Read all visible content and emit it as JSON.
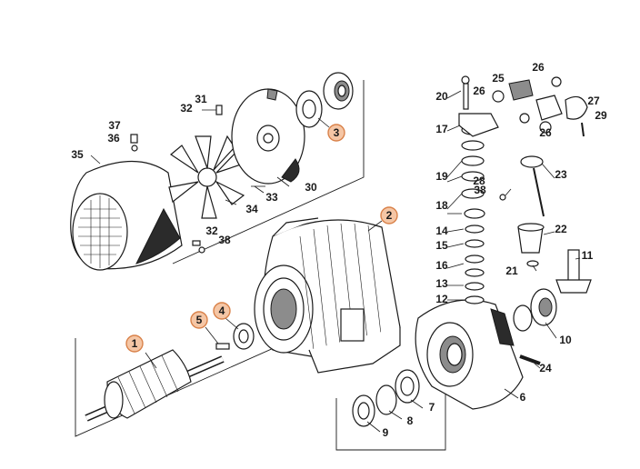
{
  "diagram": {
    "highlight_color": "#f5c6a5",
    "highlight_stroke": "#d9824a",
    "callouts": [
      {
        "id": "1",
        "highlighted": true
      },
      {
        "id": "2",
        "highlighted": true
      },
      {
        "id": "3",
        "highlighted": true
      },
      {
        "id": "4",
        "highlighted": true
      },
      {
        "id": "5",
        "highlighted": true
      },
      {
        "id": "6",
        "highlighted": false
      },
      {
        "id": "7",
        "highlighted": false
      },
      {
        "id": "8",
        "highlighted": false
      },
      {
        "id": "9",
        "highlighted": false
      },
      {
        "id": "10",
        "highlighted": false
      },
      {
        "id": "11",
        "highlighted": false
      },
      {
        "id": "12",
        "highlighted": false
      },
      {
        "id": "13",
        "highlighted": false
      },
      {
        "id": "14",
        "highlighted": false
      },
      {
        "id": "15",
        "highlighted": false
      },
      {
        "id": "16",
        "highlighted": false
      },
      {
        "id": "17",
        "highlighted": false
      },
      {
        "id": "18",
        "highlighted": false
      },
      {
        "id": "19",
        "highlighted": false
      },
      {
        "id": "20",
        "highlighted": false
      },
      {
        "id": "21",
        "highlighted": false
      },
      {
        "id": "22",
        "highlighted": false
      },
      {
        "id": "23",
        "highlighted": false
      },
      {
        "id": "24",
        "highlighted": false
      },
      {
        "id": "25",
        "highlighted": false
      },
      {
        "id": "26",
        "highlighted": false
      },
      {
        "id": "26",
        "highlighted": false
      },
      {
        "id": "26",
        "highlighted": false
      },
      {
        "id": "27",
        "highlighted": false
      },
      {
        "id": "28",
        "highlighted": false
      },
      {
        "id": "29",
        "highlighted": false
      },
      {
        "id": "30",
        "highlighted": false
      },
      {
        "id": "31",
        "highlighted": false
      },
      {
        "id": "32",
        "highlighted": false
      },
      {
        "id": "32",
        "highlighted": false
      },
      {
        "id": "33",
        "highlighted": false
      },
      {
        "id": "34",
        "highlighted": false
      },
      {
        "id": "35",
        "highlighted": false
      },
      {
        "id": "36",
        "highlighted": false
      },
      {
        "id": "37",
        "highlighted": false
      },
      {
        "id": "38",
        "highlighted": false
      },
      {
        "id": "38",
        "highlighted": false
      }
    ]
  }
}
